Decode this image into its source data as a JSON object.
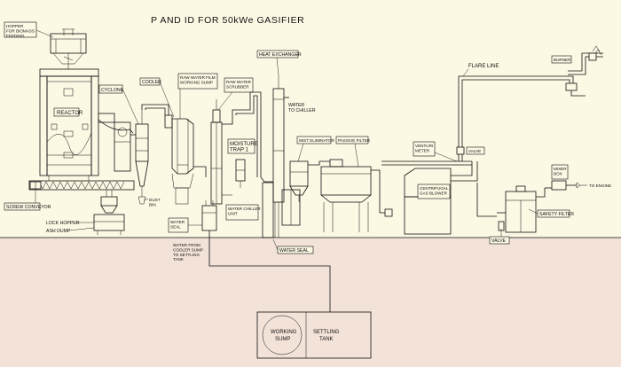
{
  "title": "P AND ID FOR 50kWe GASIFIER",
  "labels": {
    "hopper": "HOPPER FOR BIOMASS FEEDING",
    "reactor": "REACTOR",
    "cyclone": "CYCLONE",
    "cooler": "COOLER",
    "raw_water_film": "RAW WATER FILM WORKING SUMP",
    "raw_water_scrubber": "RAW WATER SCRUBBER",
    "heat_exchanger": "HEAT EXCHANGER",
    "water_to_chiller": "WATER TO CHILLER",
    "moisture_trap": "MOISTURE TRAP 1",
    "mist_eliminator": "MIST ELIMINATOR",
    "passive_filter": "PASSIVE FILTER",
    "venturi_meter": "VENTURI METER",
    "valve_upper": "VALVE",
    "flare_line": "FLARE LINE",
    "burner": "BURNER",
    "mixer_box": "MIXER BOX",
    "to_engine": "TO ENGINE",
    "centrifugal_blower": "CENTRIFUGAL GAS BLOWER",
    "safety_filter": "SAFETY FILTER",
    "valve_lower": "VALVE",
    "screw_conveyor": "SCREW CONVEYOR",
    "lock_hopper": "LOCK HOPPER",
    "ash_dump": "ASH DUMP",
    "dust_bin": "DUST BIN",
    "water_seal_small": "WATER SEAL",
    "water_chiller_unit": "WATER CHILLER UNIT",
    "water_seal": "WATER SEAL",
    "water_from_cooler": "WATER FROM COOLER SUMP TO SETTLING TANK",
    "working_sump": "WORKING SUMP",
    "settling_tank": "SETTLING TANK"
  },
  "colors": {
    "background": "#fbf8e4",
    "ground": "#f3e2d8",
    "line": "#111111"
  }
}
